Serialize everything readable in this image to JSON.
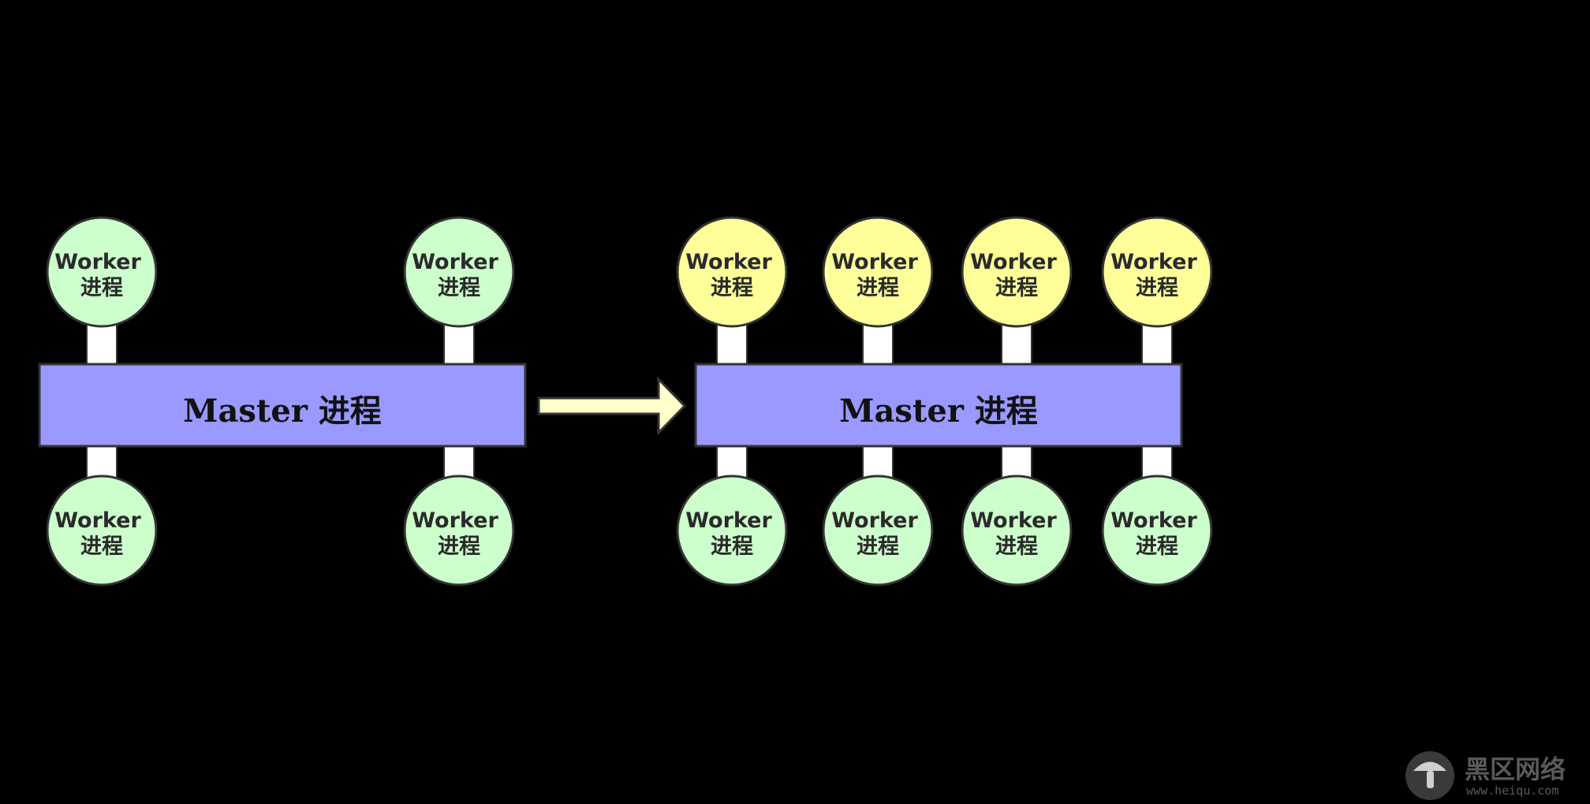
{
  "colors": {
    "background": "#000000",
    "master_fill": "#9999ff",
    "worker_original_fill": "#ccffcc",
    "worker_new_fill": "#ffff99",
    "connector_fill": "#ffffff",
    "arrow_fill": "#ffffcc",
    "stroke": "#333333"
  },
  "left_cluster": {
    "master_label": "Master 进程",
    "workers": [
      {
        "line1": "Worker",
        "line2": "进程",
        "kind": "original"
      },
      {
        "line1": "Worker",
        "line2": "进程",
        "kind": "original"
      },
      {
        "line1": "Worker",
        "line2": "进程",
        "kind": "original"
      },
      {
        "line1": "Worker",
        "line2": "进程",
        "kind": "original"
      }
    ]
  },
  "right_cluster": {
    "master_label": "Master 进程",
    "workers_top": [
      {
        "line1": "Worker",
        "line2": "进程",
        "kind": "new"
      },
      {
        "line1": "Worker",
        "line2": "进程",
        "kind": "new"
      },
      {
        "line1": "Worker",
        "line2": "进程",
        "kind": "new"
      },
      {
        "line1": "Worker",
        "line2": "进程",
        "kind": "new"
      }
    ],
    "workers_bottom": [
      {
        "line1": "Worker",
        "line2": "进程",
        "kind": "original"
      },
      {
        "line1": "Worker",
        "line2": "进程",
        "kind": "original"
      },
      {
        "line1": "Worker",
        "line2": "进程",
        "kind": "original"
      },
      {
        "line1": "Worker",
        "line2": "进程",
        "kind": "original"
      }
    ]
  },
  "watermark": {
    "title": "黑区网络",
    "url": "www.heiqu.com",
    "icon": "mushroom-logo-icon"
  }
}
